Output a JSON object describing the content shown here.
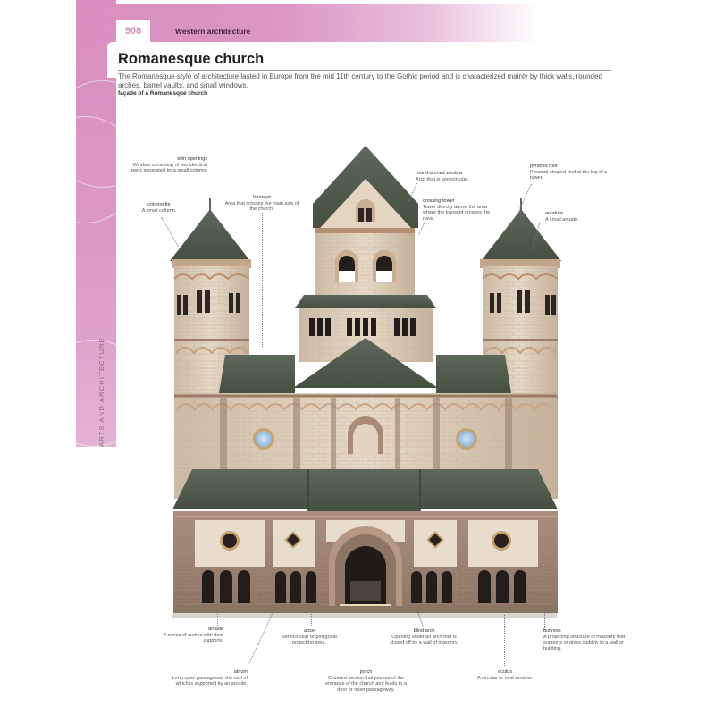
{
  "header": {
    "page_number": "508",
    "section": "Western architecture",
    "side_label": "ARTS AND ARCHITECTURE"
  },
  "article": {
    "title": "Romanesque church",
    "intro": "The Romanesque style of architecture lasted in Europe from the mid 11th century to the Gothic period and is characterized mainly by thick walls, rounded arches, barrel vaults, and small windows.",
    "figure_caption": "façade of a Romanesque church"
  },
  "annotations": {
    "twin_openings": {
      "term": "twin openings",
      "def": "Window consisting of two identical parts separated by a small column."
    },
    "colonnette": {
      "term": "colonnette",
      "def": "A small column."
    },
    "transept": {
      "term": "transept",
      "def": "Area that crosses the main axis of the church."
    },
    "round_arched_window": {
      "term": "round-arched window",
      "def": "Arch that is semicircular."
    },
    "crossing_tower": {
      "term": "crossing tower",
      "def": "Tower directly above the area where the transept crosses the nave."
    },
    "pyramid_roof": {
      "term": "pyramid roof",
      "def": "Pyramid-shaped roof at the top of a tower."
    },
    "arcature": {
      "term": "arcature",
      "def": "A small arcade."
    },
    "arcade": {
      "term": "arcade",
      "def": "A series of arches with their supports."
    },
    "apse": {
      "term": "apse",
      "def": "Semicircular or polygonal projecting area."
    },
    "blind_arch": {
      "term": "blind arch",
      "def": "Opening under an arch that is closed off by a wall of masonry."
    },
    "buttress": {
      "term": "buttress",
      "def": "A projecting structure of masonry that supports or gives stability to a wall or building."
    },
    "atrium": {
      "term": "atrium",
      "def": "Long open passageway the roof of which is supported by an arcade."
    },
    "porch": {
      "term": "porch",
      "def": "Covered section that juts out of the entrance of the church and leads to a door or open passageway."
    },
    "oculus": {
      "term": "oculus",
      "def": "A circular or oval window."
    }
  },
  "colors": {
    "accent_pink": "#d98fbf",
    "section_text": "#4a1d3a",
    "roof": "#4f5a4e",
    "stone_light": "#e3d6c4",
    "stone_dark": "#9c8271",
    "window_blue": "#9fc3e4"
  }
}
